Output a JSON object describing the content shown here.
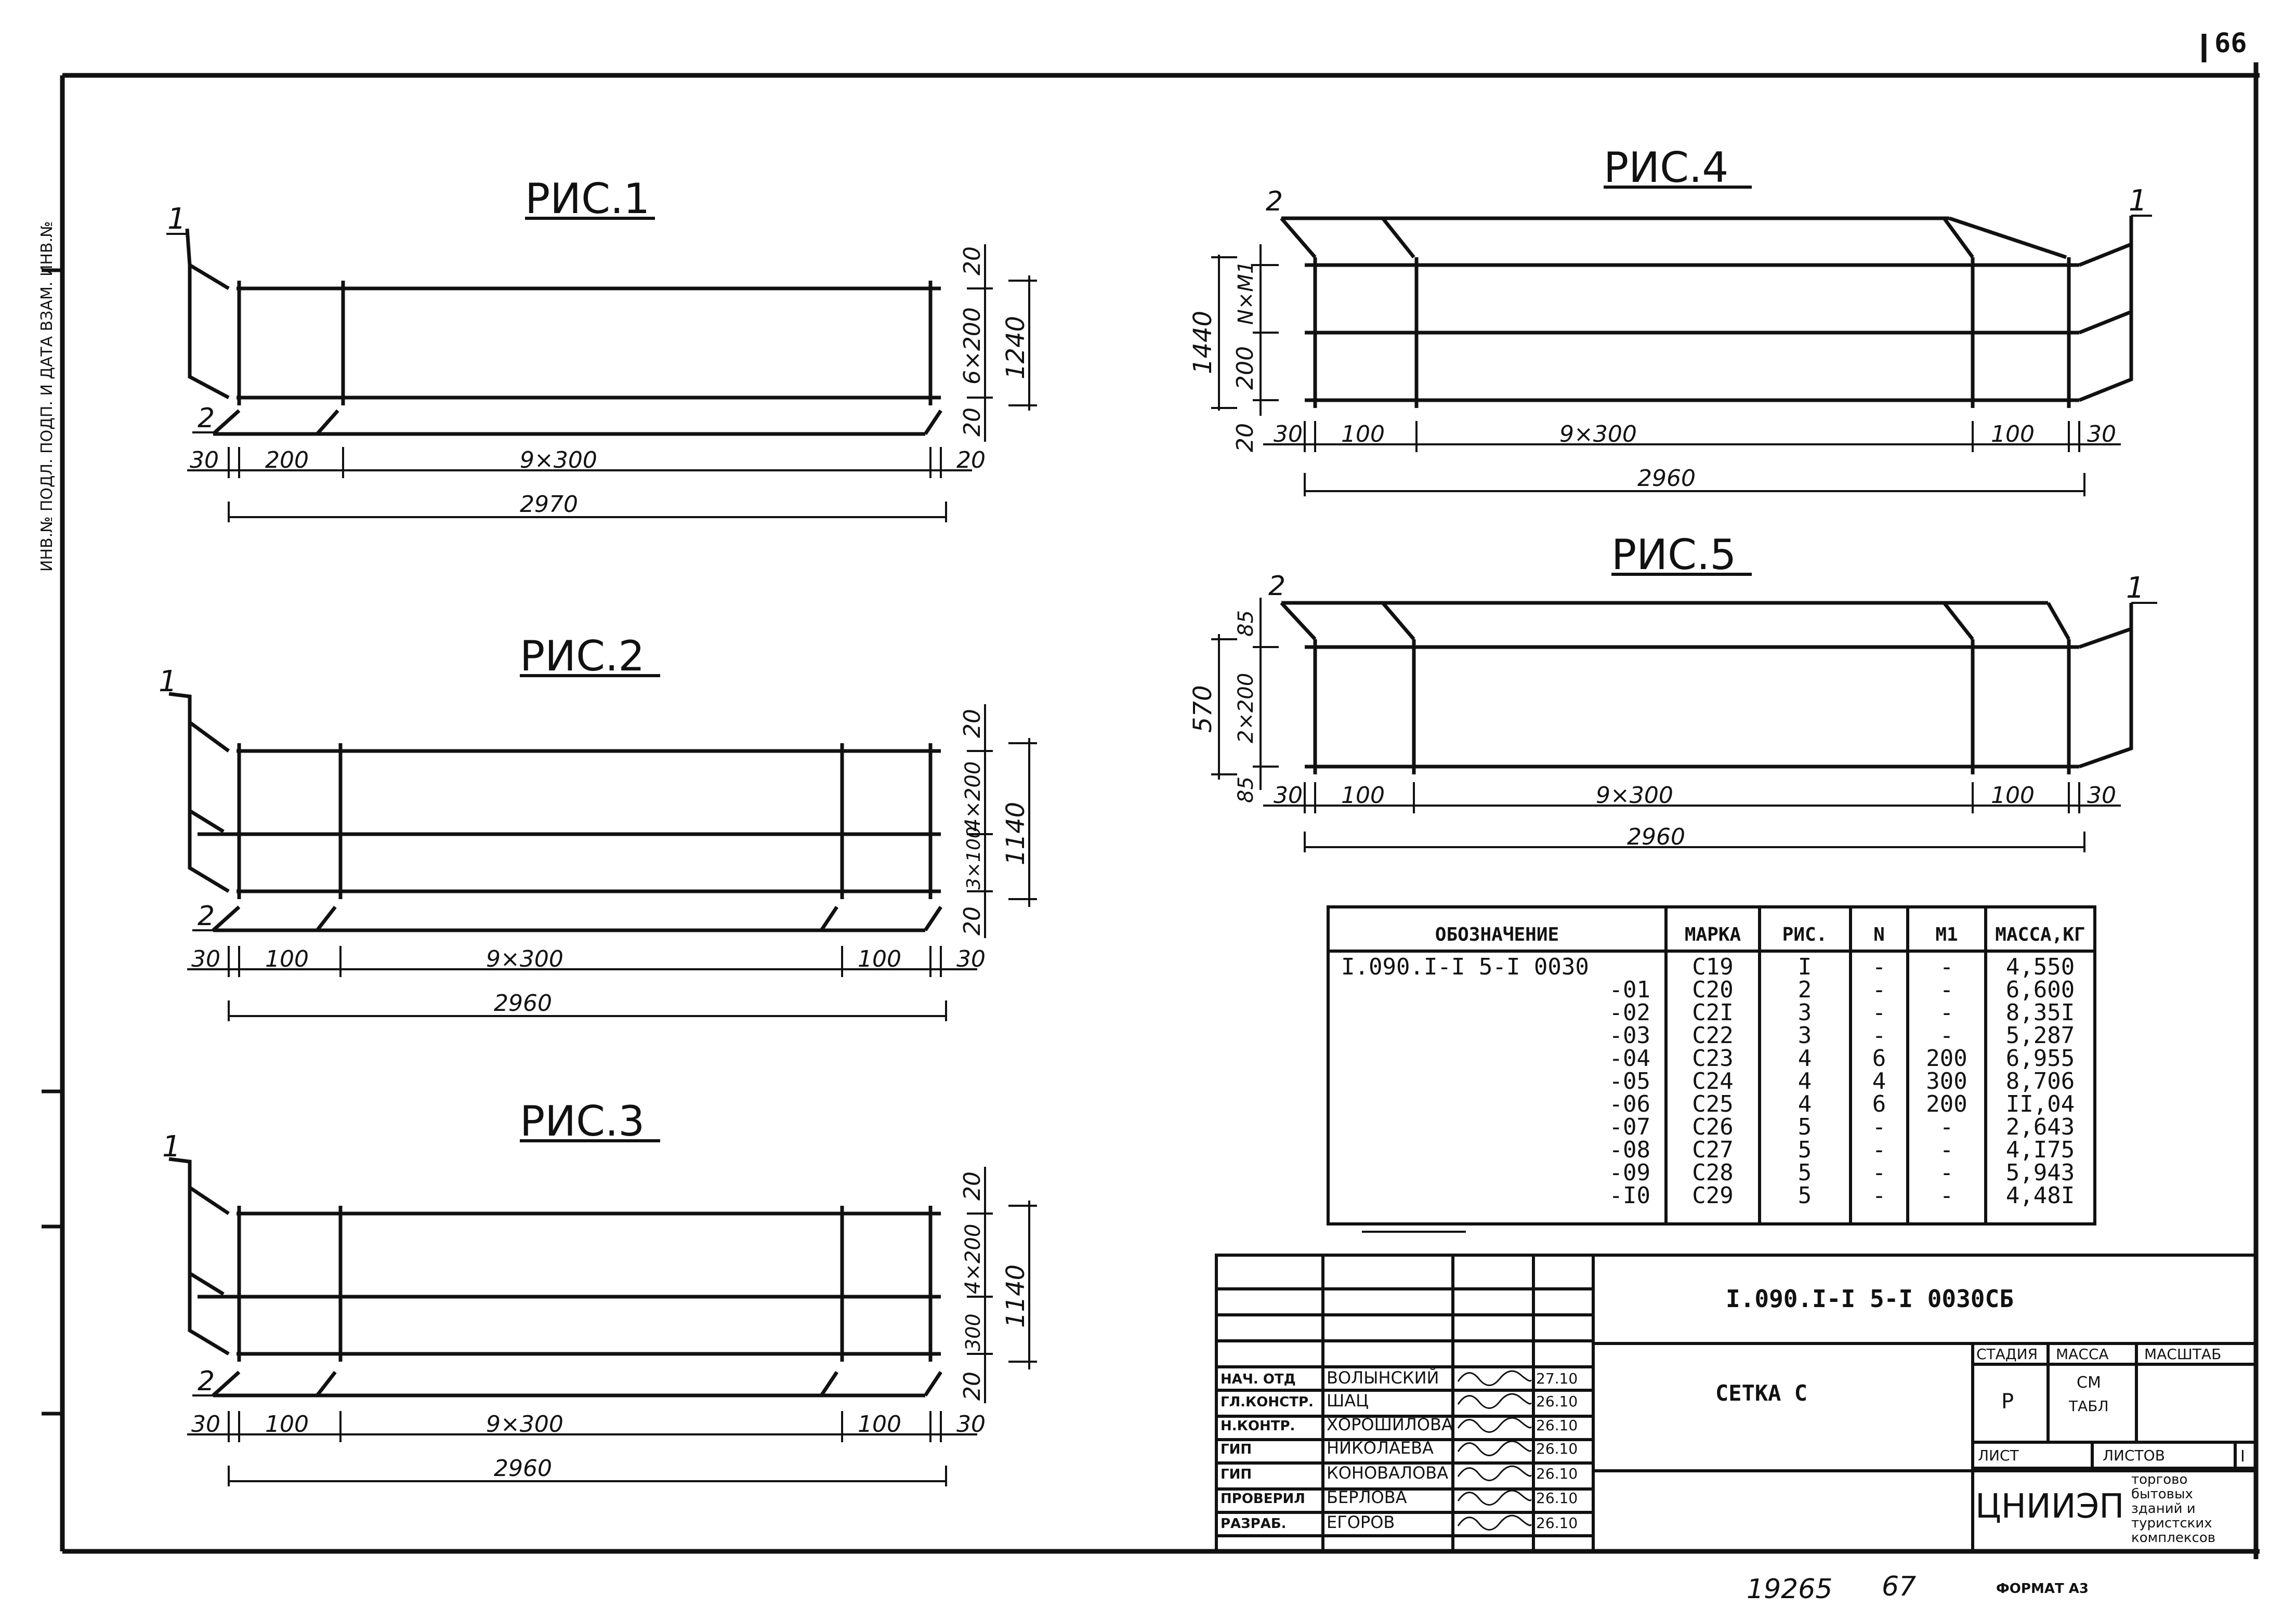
{
  "sheet": {
    "page_number": "66",
    "bottom_number": "19265",
    "bottom_page": "67",
    "format": "ФОРМАТ А3"
  },
  "left_margin_note": "ИНВ.№ ПОДЛ. ПОДП. И ДАТА ВЗАМ. ИНВ.№",
  "figures": {
    "fig1": {
      "title": "РИС.1",
      "mark_top": "1",
      "mark_bottom": "2",
      "dims_bottom": [
        "30",
        "200",
        "9×300",
        "20"
      ],
      "total": "2970",
      "dims_right": [
        "20",
        "6×200",
        "20"
      ],
      "right_total": "1240"
    },
    "fig2": {
      "title": "РИС.2",
      "mark_top": "1",
      "mark_bottom": "2",
      "dims_bottom": [
        "30",
        "100",
        "9×300",
        "100",
        "30"
      ],
      "total": "2960",
      "dims_right": [
        "20",
        "4×200",
        "3×100",
        "20"
      ],
      "right_total": "1140"
    },
    "fig3": {
      "title": "РИС.3",
      "mark_top": "1",
      "mark_bottom": "2",
      "dims_bottom": [
        "30",
        "100",
        "9×300",
        "100",
        "30"
      ],
      "total": "2960",
      "dims_right": [
        "20",
        "4×200",
        "300",
        "20"
      ],
      "right_total": "1140"
    },
    "fig4": {
      "title": "РИС.4",
      "mark_top": "1",
      "mark_bottom": "2",
      "dims_bottom": [
        "30",
        "100",
        "9×300",
        "100",
        "30"
      ],
      "total": "2960",
      "dims_left": [
        "N×M1",
        "200",
        "20"
      ],
      "left_total": "1440"
    },
    "fig5": {
      "title": "РИС.5",
      "mark_top": "1",
      "mark_bottom": "2",
      "dims_bottom": [
        "30",
        "100",
        "9×300",
        "100",
        "30"
      ],
      "total": "2960",
      "dims_left": [
        "85",
        "2×200",
        "85"
      ],
      "left_total": "570"
    }
  },
  "table": {
    "headers": [
      "ОБОЗНАЧЕНИЕ",
      "МАРКА",
      "РИС.",
      "N",
      "M1",
      "МАССА,КГ"
    ],
    "rows": [
      [
        "I.090.I-I 5-I 0030",
        "C19",
        "I",
        "-",
        "-",
        "4,550"
      ],
      [
        "-01",
        "C20",
        "2",
        "-",
        "-",
        "6,600"
      ],
      [
        "-02",
        "C2I",
        "3",
        "-",
        "-",
        "8,35I"
      ],
      [
        "-03",
        "C22",
        "3",
        "-",
        "-",
        "5,287"
      ],
      [
        "-04",
        "C23",
        "4",
        "6",
        "200",
        "6,955"
      ],
      [
        "-05",
        "C24",
        "4",
        "4",
        "300",
        "8,706"
      ],
      [
        "-06",
        "C25",
        "4",
        "6",
        "200",
        "II,04"
      ],
      [
        "-07",
        "C26",
        "5",
        "-",
        "-",
        "2,643"
      ],
      [
        "-08",
        "C27",
        "5",
        "-",
        "-",
        "4,I75"
      ],
      [
        "-09",
        "C28",
        "5",
        "-",
        "-",
        "5,943"
      ],
      [
        "-I0",
        "C29",
        "5",
        "-",
        "-",
        "4,48I"
      ]
    ]
  },
  "title_block": {
    "doc_code": "I.090.I-I 5-I 0030СБ",
    "name": "СЕТКА С",
    "stage_label": "СТАДИЯ",
    "mass_label": "МАССА",
    "scale_label": "МАСШТАБ",
    "stage": "Р",
    "mass": "СМ",
    "mass_note": "ТАБЛ",
    "sheet_label": "ЛИСТ",
    "sheets_label": "ЛИСТОВ",
    "sheets_value": "I",
    "org": "ЦНИИЭП",
    "org_desc": [
      "торгово",
      "бытовых",
      "зданий и",
      "туристских",
      "комплексов"
    ],
    "signatures": [
      {
        "role": "НАЧ. ОТД",
        "name": "ВОЛЫНСКИЙ",
        "date": "27.10"
      },
      {
        "role": "ГЛ.КОНСТР.",
        "name": "ШАЦ",
        "date": "26.10"
      },
      {
        "role": "Н.КОНТР.",
        "name": "ХОРОШИЛОВА",
        "date": "26.10"
      },
      {
        "role": "ГИП",
        "name": "НИКОЛАЕВА",
        "date": "26.10"
      },
      {
        "role": "ГИП",
        "name": "КОНОВАЛОВА",
        "date": "26.10"
      },
      {
        "role": "ПРОВЕРИЛ",
        "name": "БЕРЛОВА",
        "date": "26.10"
      },
      {
        "role": "РАЗРАБ.",
        "name": "ЕГОРОВ",
        "date": "26.10"
      }
    ]
  }
}
